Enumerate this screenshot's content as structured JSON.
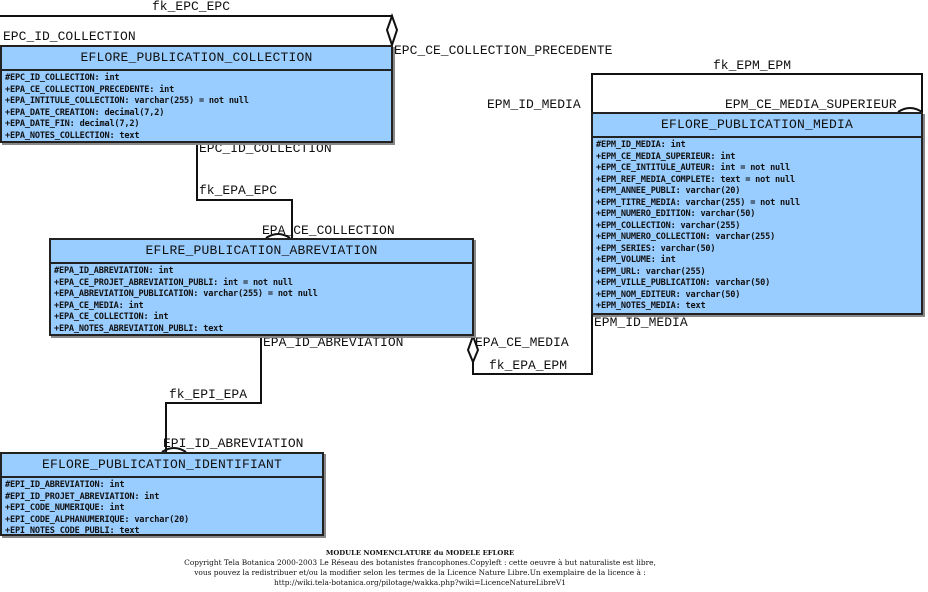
{
  "tables": {
    "collection": {
      "name": "EFLORE_PUBLICATION_COLLECTION",
      "fields": [
        "#EPC_ID_COLLECTION: int",
        "+EPA_CE_COLLECTION_PRECEDENTE: int",
        "+EPA_INTITULE_COLLECTION: varchar(255) = not null",
        "+EPA_DATE_CREATION: decimal(7,2)",
        "+EPA_DATE_FIN: decimal(7,2)",
        "+EPA_NOTES_COLLECTION: text"
      ]
    },
    "media": {
      "name": "EFLORE_PUBLICATION_MEDIA",
      "fields": [
        "#EPM_ID_MEDIA: int",
        "+EPM_CE_MEDIA_SUPERIEUR: int",
        "+EPM_CE_INTITULE_AUTEUR: int = not null",
        "+EPM_REF_MEDIA_COMPLETE: text = not null",
        "+EPM_ANNEE_PUBLI: varchar(20)",
        "+EPM_TITRE_MEDIA: varchar(255) = not null",
        "+EPM_NUMERO_EDITION: varchar(50)",
        "+EPM_COLLECTION: varchar(255)",
        "+EPM_NUMERO_COLLECTION: varchar(255)",
        "+EPM_SERIES: varchar(50)",
        "+EPM_VOLUME: int",
        "+EPM_URL: varchar(255)",
        "+EPM_VILLE_PUBLICATION: varchar(50)",
        "+EPM_NOM_EDITEUR: varchar(50)",
        "+EPM_NOTES_MEDIA: text"
      ]
    },
    "abreviation": {
      "name": "EFLRE_PUBLICATION_ABREVIATION",
      "fields": [
        "#EPA_ID_ABREVIATION: int",
        "+EPA_CE_PROJET_ABREVIATION_PUBLI: int = not null",
        "+EPA_ABREVIATION_PUBLICATION: varchar(255) = not null",
        "+EPA_CE_MEDIA: int",
        "+EPA_CE_COLLECTION: int",
        "+EPA_NOTES_ABREVIATION_PUBLI: text"
      ]
    },
    "identifiant": {
      "name": "EFLORE_PUBLICATION_IDENTIFIANT",
      "fields": [
        "#EPI_ID_ABREVIATION: int",
        "#EPI_ID_PROJET_ABREVIATION: int",
        "+EPI_CODE_NUMERIQUE: int",
        "+EPI_CODE_ALPHANUMERIQUE: varchar(20)",
        "+EPI_NOTES_CODE_PUBLI: text"
      ]
    }
  },
  "relations": {
    "fk_epc_epc": {
      "name": "fk_EPC_EPC",
      "source_col": "EPC_ID_COLLECTION",
      "target_col": "EPC_CE_COLLECTION_PRECEDENTE"
    },
    "fk_epm_epm": {
      "name": "fk_EPM_EPM",
      "source_col": "EPM_ID_MEDIA",
      "target_col": "EPM_CE_MEDIA_SUPERIEUR"
    },
    "fk_epa_epc": {
      "name": "fk_EPA_EPC",
      "source_col": "EPC_ID_COLLECTION",
      "target_col": "EPA_CE_COLLECTION"
    },
    "fk_epa_epm": {
      "name": "fk_EPA_EPM",
      "source_col": "EPM_ID_MEDIA",
      "target_col": "EPA_CE_MEDIA"
    },
    "fk_epi_epa": {
      "name": "fk_EPI_EPA",
      "source_col": "EPA_ID_ABREVIATION",
      "target_col": "EPI_ID_ABREVIATION"
    }
  },
  "footer": {
    "title": "MODULE NOMENCLATURE du MODELE EFLORE",
    "lines": [
      "Copyright Tela Botanica 2000-2003 Le Réseau des botanistes francophones.Copyleft : cette oeuvre à but naturaliste est libre,",
      "vous pouvez la redistribuer et/ou la modifier selon les termes de la Licence Nature Libre.Un exemplaire de la licence à :",
      "http://wiki.tela-botanica.org/pilotage/wakka.php?wiki=LicenceNatureLibreV1"
    ]
  },
  "colors": {
    "table_fill": "#99ccff",
    "border": "#222222",
    "background": "#ffffff"
  }
}
